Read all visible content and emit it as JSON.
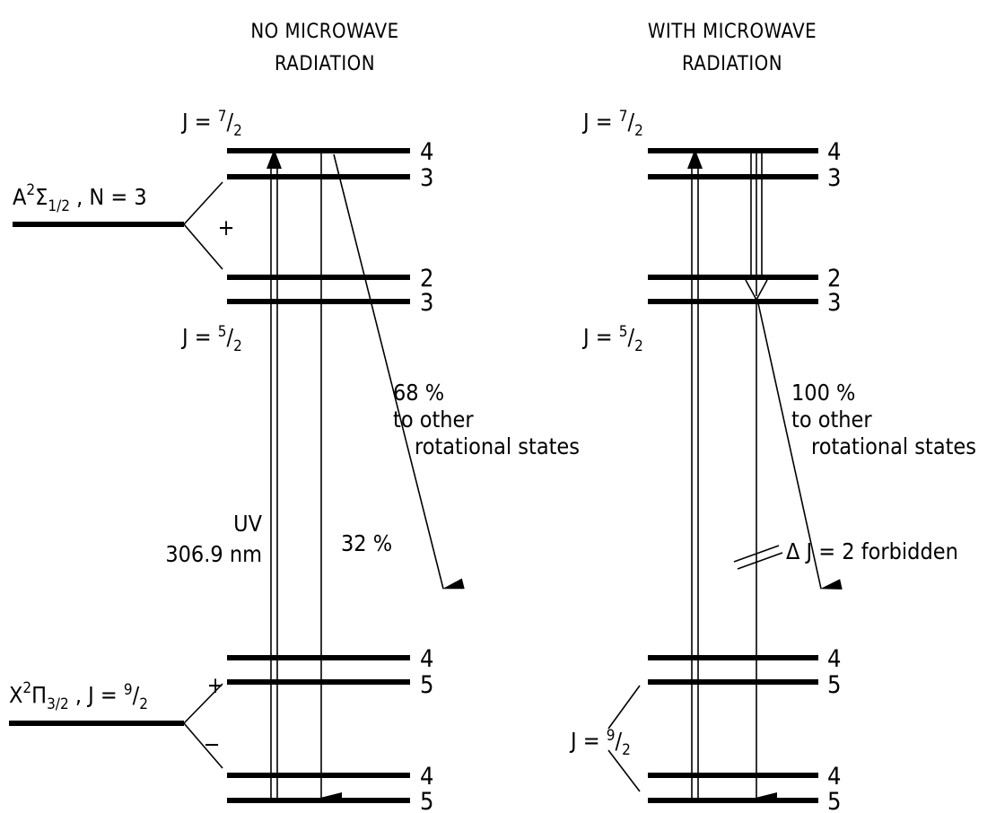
{
  "left_panel": {
    "title_line1": "NO MICROWAVE",
    "title_line2": "RADIATION",
    "upper_state_label": "A²Σ1/2 , N=3",
    "lower_state_label": "X²Π3/2 , J=9/2",
    "j_upper": "J = 7/2",
    "j_lower": "J = 5/2",
    "upper_parity": "+",
    "lower_parity_plus": "+",
    "lower_parity_minus": "−",
    "upper_level_numbers": [
      "4",
      "3",
      "2",
      "3"
    ],
    "lower_level_numbers": [
      "4",
      "5",
      "4",
      "5"
    ],
    "uv_label": "UV",
    "uv_wavelength": "306.9 nm",
    "direct_decay_label": "32 %",
    "other_pct": "68 %",
    "other_line1": "to other",
    "other_line2": "rotational states"
  },
  "right_panel": {
    "title_line1": "WITH MICROWAVE",
    "title_line2": "RADIATION",
    "j_upper": "J = 7/2",
    "j_lower": "J = 5/2",
    "j_ground": "J = 9/2",
    "upper_level_numbers": [
      "4",
      "3",
      "2",
      "3"
    ],
    "lower_level_numbers": [
      "4",
      "5",
      "4",
      "5"
    ],
    "other_pct": "100 %",
    "other_line1": "to other",
    "other_line2": "rotational states",
    "forbidden_label": "Δ J = 2  forbidden"
  }
}
